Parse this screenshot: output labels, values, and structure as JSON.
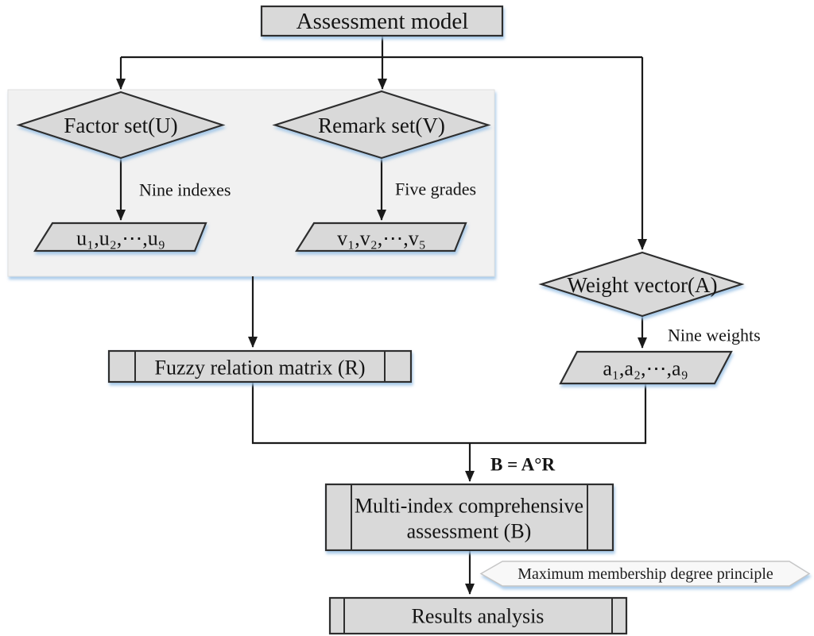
{
  "nodes": {
    "assessment_model": "Assessment model",
    "factor_set": "Factor set(U)",
    "remark_set": "Remark set(V)",
    "weight_vector": "Weight vector(A)",
    "u_values": "u₁,u₂,⋯,u₉",
    "v_values": "v₁,v₂,⋯,v₅",
    "a_values": "a₁,a₂,⋯,a₉",
    "fuzzy_matrix": "Fuzzy relation matrix (R)",
    "multi_index": {
      "line1": "Multi-index comprehensive",
      "line2": "assessment (B)"
    },
    "principle": "Maximum membership degree principle",
    "results": "Results analysis"
  },
  "edge_labels": {
    "nine_indexes": "Nine indexes",
    "five_grades": "Five grades",
    "nine_weights": "Nine weights",
    "formula": "B = A°R"
  },
  "colors": {
    "shape_fill": "#d9d9d9",
    "panel_fill": "#f1f1f1",
    "hexagon_fill": "#f8f8f8",
    "hexagon_border": "#c6c6c6",
    "border": "#2e2e2e",
    "line": "#1a1a1a",
    "blue_label": "#2b96d0",
    "shadow": "#9cc3e6"
  }
}
